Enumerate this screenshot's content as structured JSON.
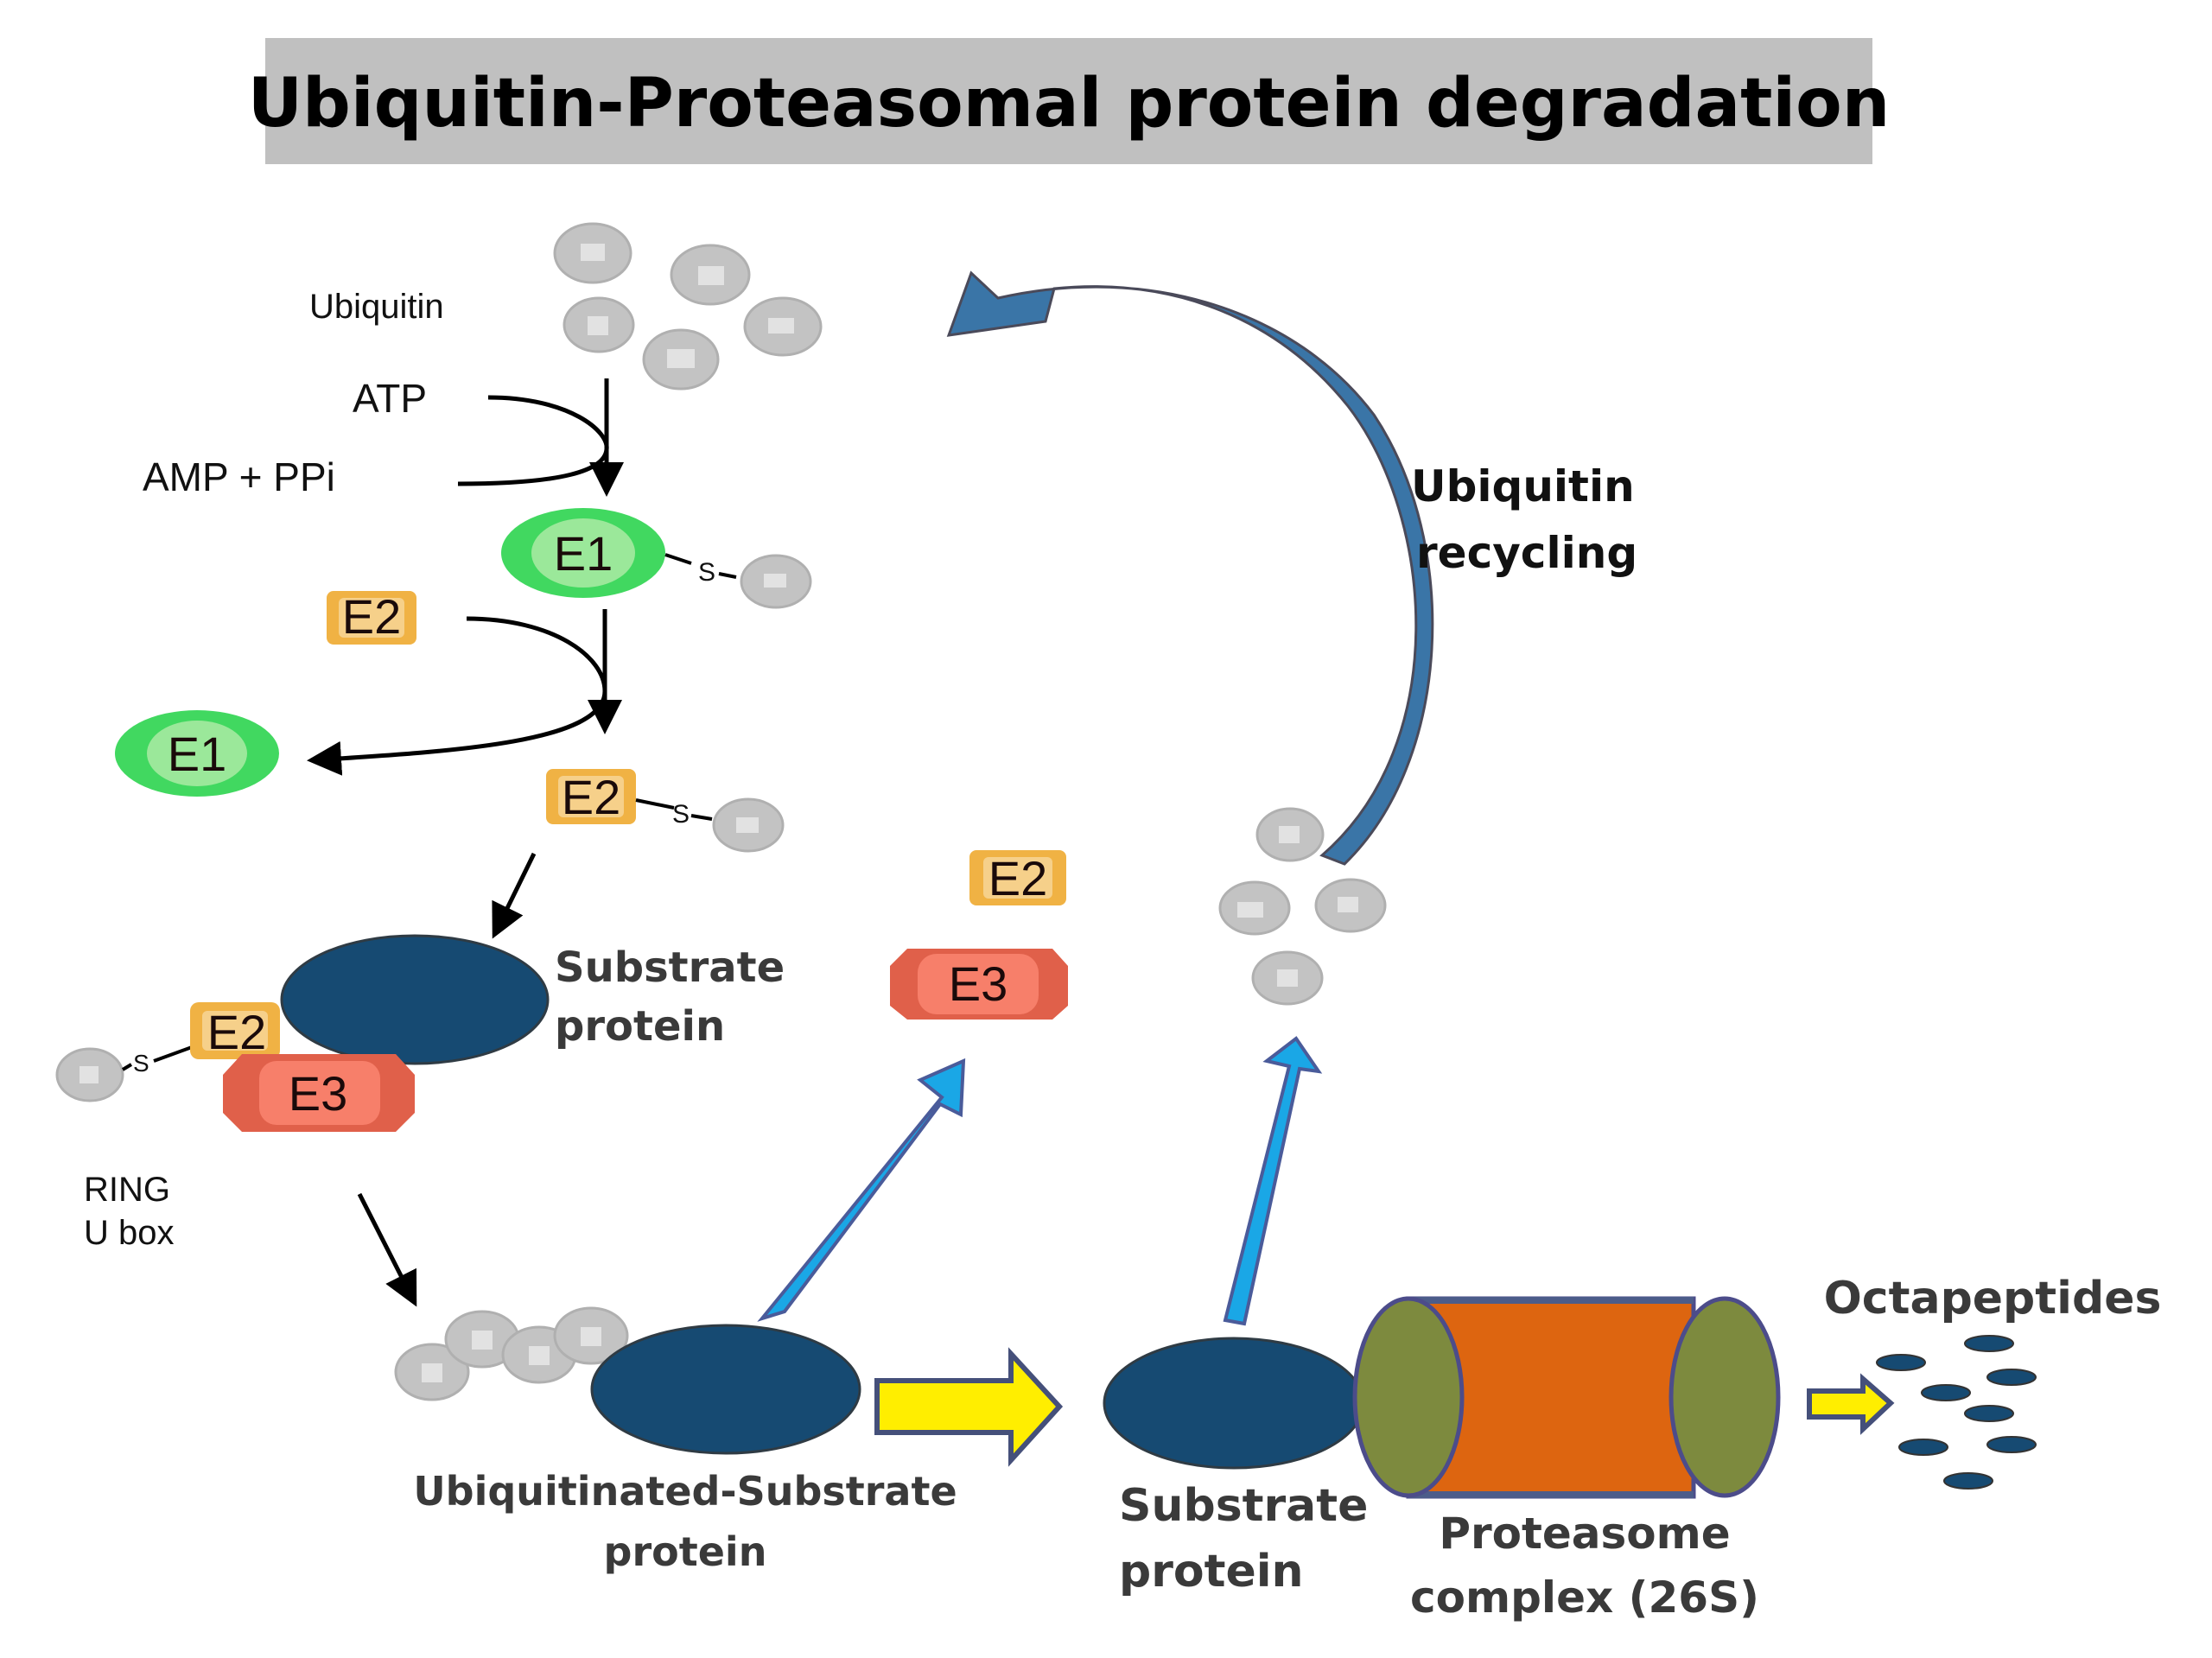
{
  "title": "Ubiquitin-Proteasomal protein degradation",
  "labels": {
    "ubiquitin": "Ubiquitin",
    "atp": "ATP",
    "amp_ppi": "AMP + PPi",
    "e1": "E1",
    "e2": "E2",
    "e3": "E3",
    "thioester": "S",
    "substrate_protein_line1": "Substrate",
    "substrate_protein_line2": "protein",
    "ring": "RING",
    "u_box": "U box",
    "ubiquitinated_line1": "Ubiquitinated-Substrate",
    "ubiquitinated_line2": "protein",
    "ubiquitin_recycling_line1": "Ubiquitin",
    "ubiquitin_recycling_line2": "recycling",
    "proteasome_line1": "Proteasome",
    "proteasome_line2": "complex (26S)",
    "octapeptides": "Octapeptides"
  },
  "colors": {
    "title_background": "#c0c0c0",
    "ubiquitin": "#c3c3c3",
    "e1": "#41d860",
    "e2": "#f0b244",
    "e3": "#e0604a",
    "substrate": "#164a72",
    "release_arrow": "#1aa7e6",
    "recycling_arrow": "#3a75a7",
    "transfer_arrow": "#ffee00",
    "proteasome_core": "#dd6510",
    "proteasome_cap": "#7d8a3e"
  }
}
